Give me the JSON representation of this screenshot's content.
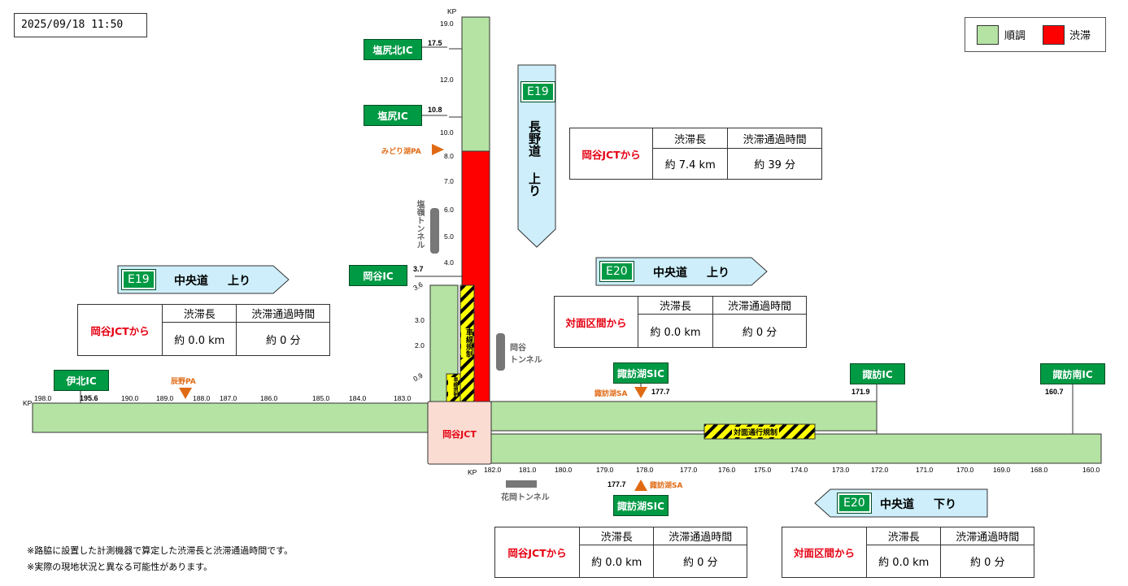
{
  "timestamp": "2025/09/18 11:50",
  "legend": [
    {
      "label": "順調",
      "color": "#b5e3a3"
    },
    {
      "label": "渋滞",
      "color": "#ff0000"
    }
  ],
  "colors": {
    "smooth": "#b5e3a3",
    "congestion": "#ff0000",
    "ic": "#009944",
    "arrow": "#cdeefa",
    "jct": "#fadcd2",
    "pa": "#e06a14"
  },
  "ics": {
    "shiojiri_kita": "塩尻北IC",
    "shiojiri": "塩尻IC",
    "okaya": "岡谷IC",
    "ihoku": "伊北IC",
    "suwako_sic_top": "諏訪湖SIC",
    "suwa": "諏訪IC",
    "suwa_minami": "諏訪南IC",
    "suwako_sic_bottom": "諏訪湖SIC",
    "okaya_jct": "岡谷JCT"
  },
  "facilities": {
    "midoriko_pa": "みどり湖PA",
    "tatsuno_pa": "辰野PA",
    "suwako_sa_top": "諏訪湖SA",
    "suwako_sa_bottom": "諏訪湖SA",
    "suwako_sa_top_kp": "177.7",
    "suwako_sa_bottom_kp": "177.7"
  },
  "tunnels": {
    "enrei": "塩嶺トンネル",
    "okaya_label": "岡谷",
    "okaya_tunnel": "トンネル",
    "hanaoka": "花岡トンネル"
  },
  "restrictions": {
    "lane": "車線規制",
    "lane_small": "車線規制",
    "opposite": "対面通行規制"
  },
  "vertical_kp": {
    "kp": "KP",
    "top": "19.0",
    "shiojiri_kita": "17.5",
    "k12": "12.0",
    "shiojiri": "10.8",
    "k10": "10.0",
    "k8": "8.0",
    "k7": "7.0",
    "k6": "6.0",
    "k5": "5.0",
    "k4": "4.0",
    "okaya": "3.7",
    "k36": "3.6",
    "k3": "3.0",
    "k2": "2.0",
    "k09": "0.9"
  },
  "west_kp": [
    "198.0",
    "195.6",
    "190.0",
    "189.0",
    "188.0",
    "187.0",
    "186.0",
    "185.0",
    "184.0",
    "183.0"
  ],
  "west_kp_label": "KP",
  "east_top_kp": {
    "suwa": "171.9",
    "suwa_minami": "160.7"
  },
  "east_bottom_kp": [
    "182.0",
    "181.0",
    "180.0",
    "179.0",
    "178.0",
    "177.0",
    "176.0",
    "175.0",
    "174.0",
    "173.0",
    "172.0",
    "171.0",
    "170.0",
    "169.0",
    "168.0",
    "160.0"
  ],
  "east_bottom_kp_label": "KP",
  "routes": {
    "e19_nagano": {
      "code": "E19",
      "name": "長野道",
      "dir": "上り"
    },
    "e19_chuo": {
      "code": "E19",
      "name": "中央道",
      "dir": "上り"
    },
    "e20_up": {
      "code": "E20",
      "name": "中央道",
      "dir": "上り"
    },
    "e20_down": {
      "code": "E20",
      "name": "中央道",
      "dir": "下り"
    }
  },
  "info_headers": {
    "length": "渋滞長",
    "time": "渋滞通過時間"
  },
  "info": {
    "nagano": {
      "from": "岡谷JCTから",
      "length": "約 7.4 km",
      "time": "約 39 分"
    },
    "chuo_west": {
      "from": "岡谷JCTから",
      "length": "約 0.0 km",
      "time": "約 0 分"
    },
    "e20_up": {
      "from": "対面区間から",
      "length": "約 0.0 km",
      "time": "約 0 分"
    },
    "e20_down_jct": {
      "from": "岡谷JCTから",
      "length": "約 0.0 km",
      "time": "約 0 分"
    },
    "e20_down": {
      "from": "対面区間から",
      "length": "約 0.0 km",
      "time": "約 0 分"
    }
  },
  "notes": [
    "※路脇に設置した計測機器で算定した渋滞長と渋滞通過時間です。",
    "※実際の現地状況と異なる可能性があります。"
  ]
}
